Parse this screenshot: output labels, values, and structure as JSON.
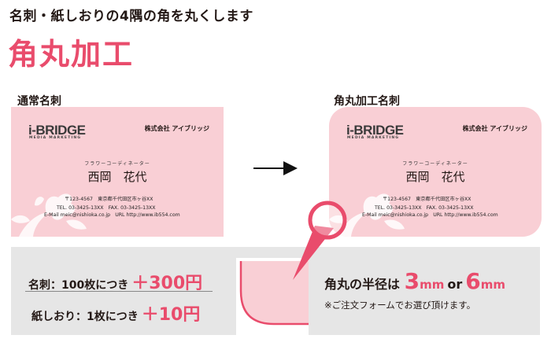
{
  "headline": "名刺・紙しおりの4隅の角を丸くします",
  "title": "角丸加工",
  "normal_caption": "通常名刺",
  "round_caption": "角丸加工名刺",
  "card": {
    "logo": "i-BRIDGE",
    "logo_sub": "MEDIA MARKETING",
    "company": "株式会社 アイブリッジ",
    "role": "フラワーコーディネーター",
    "name": "西岡　花代",
    "address": "〒123-4567　東京都千代田区市ヶ谷XX",
    "tel_fax": "TEL. 03-3425-13XX　FAX. 03-3425-13XX",
    "email_url": "E-Mail meic@nishioka.co.jp　URL http://www.ib554.com"
  },
  "pricing": {
    "card_label": "名刺：100枚につき",
    "card_price": "＋300円",
    "bookmark_label": "紙しおり：1枚につき",
    "bookmark_price": "＋10円"
  },
  "radius": {
    "label": "角丸の半径は",
    "value1": "3",
    "unit1": "mm",
    "or": "or",
    "value2": "6",
    "unit2": "mm",
    "note": "※ご注文フォームでお選び頂けます。"
  },
  "colors": {
    "accent": "#e94c6c",
    "card_bg": "#f9cfd5",
    "panel_bg": "#e6e6e6"
  }
}
